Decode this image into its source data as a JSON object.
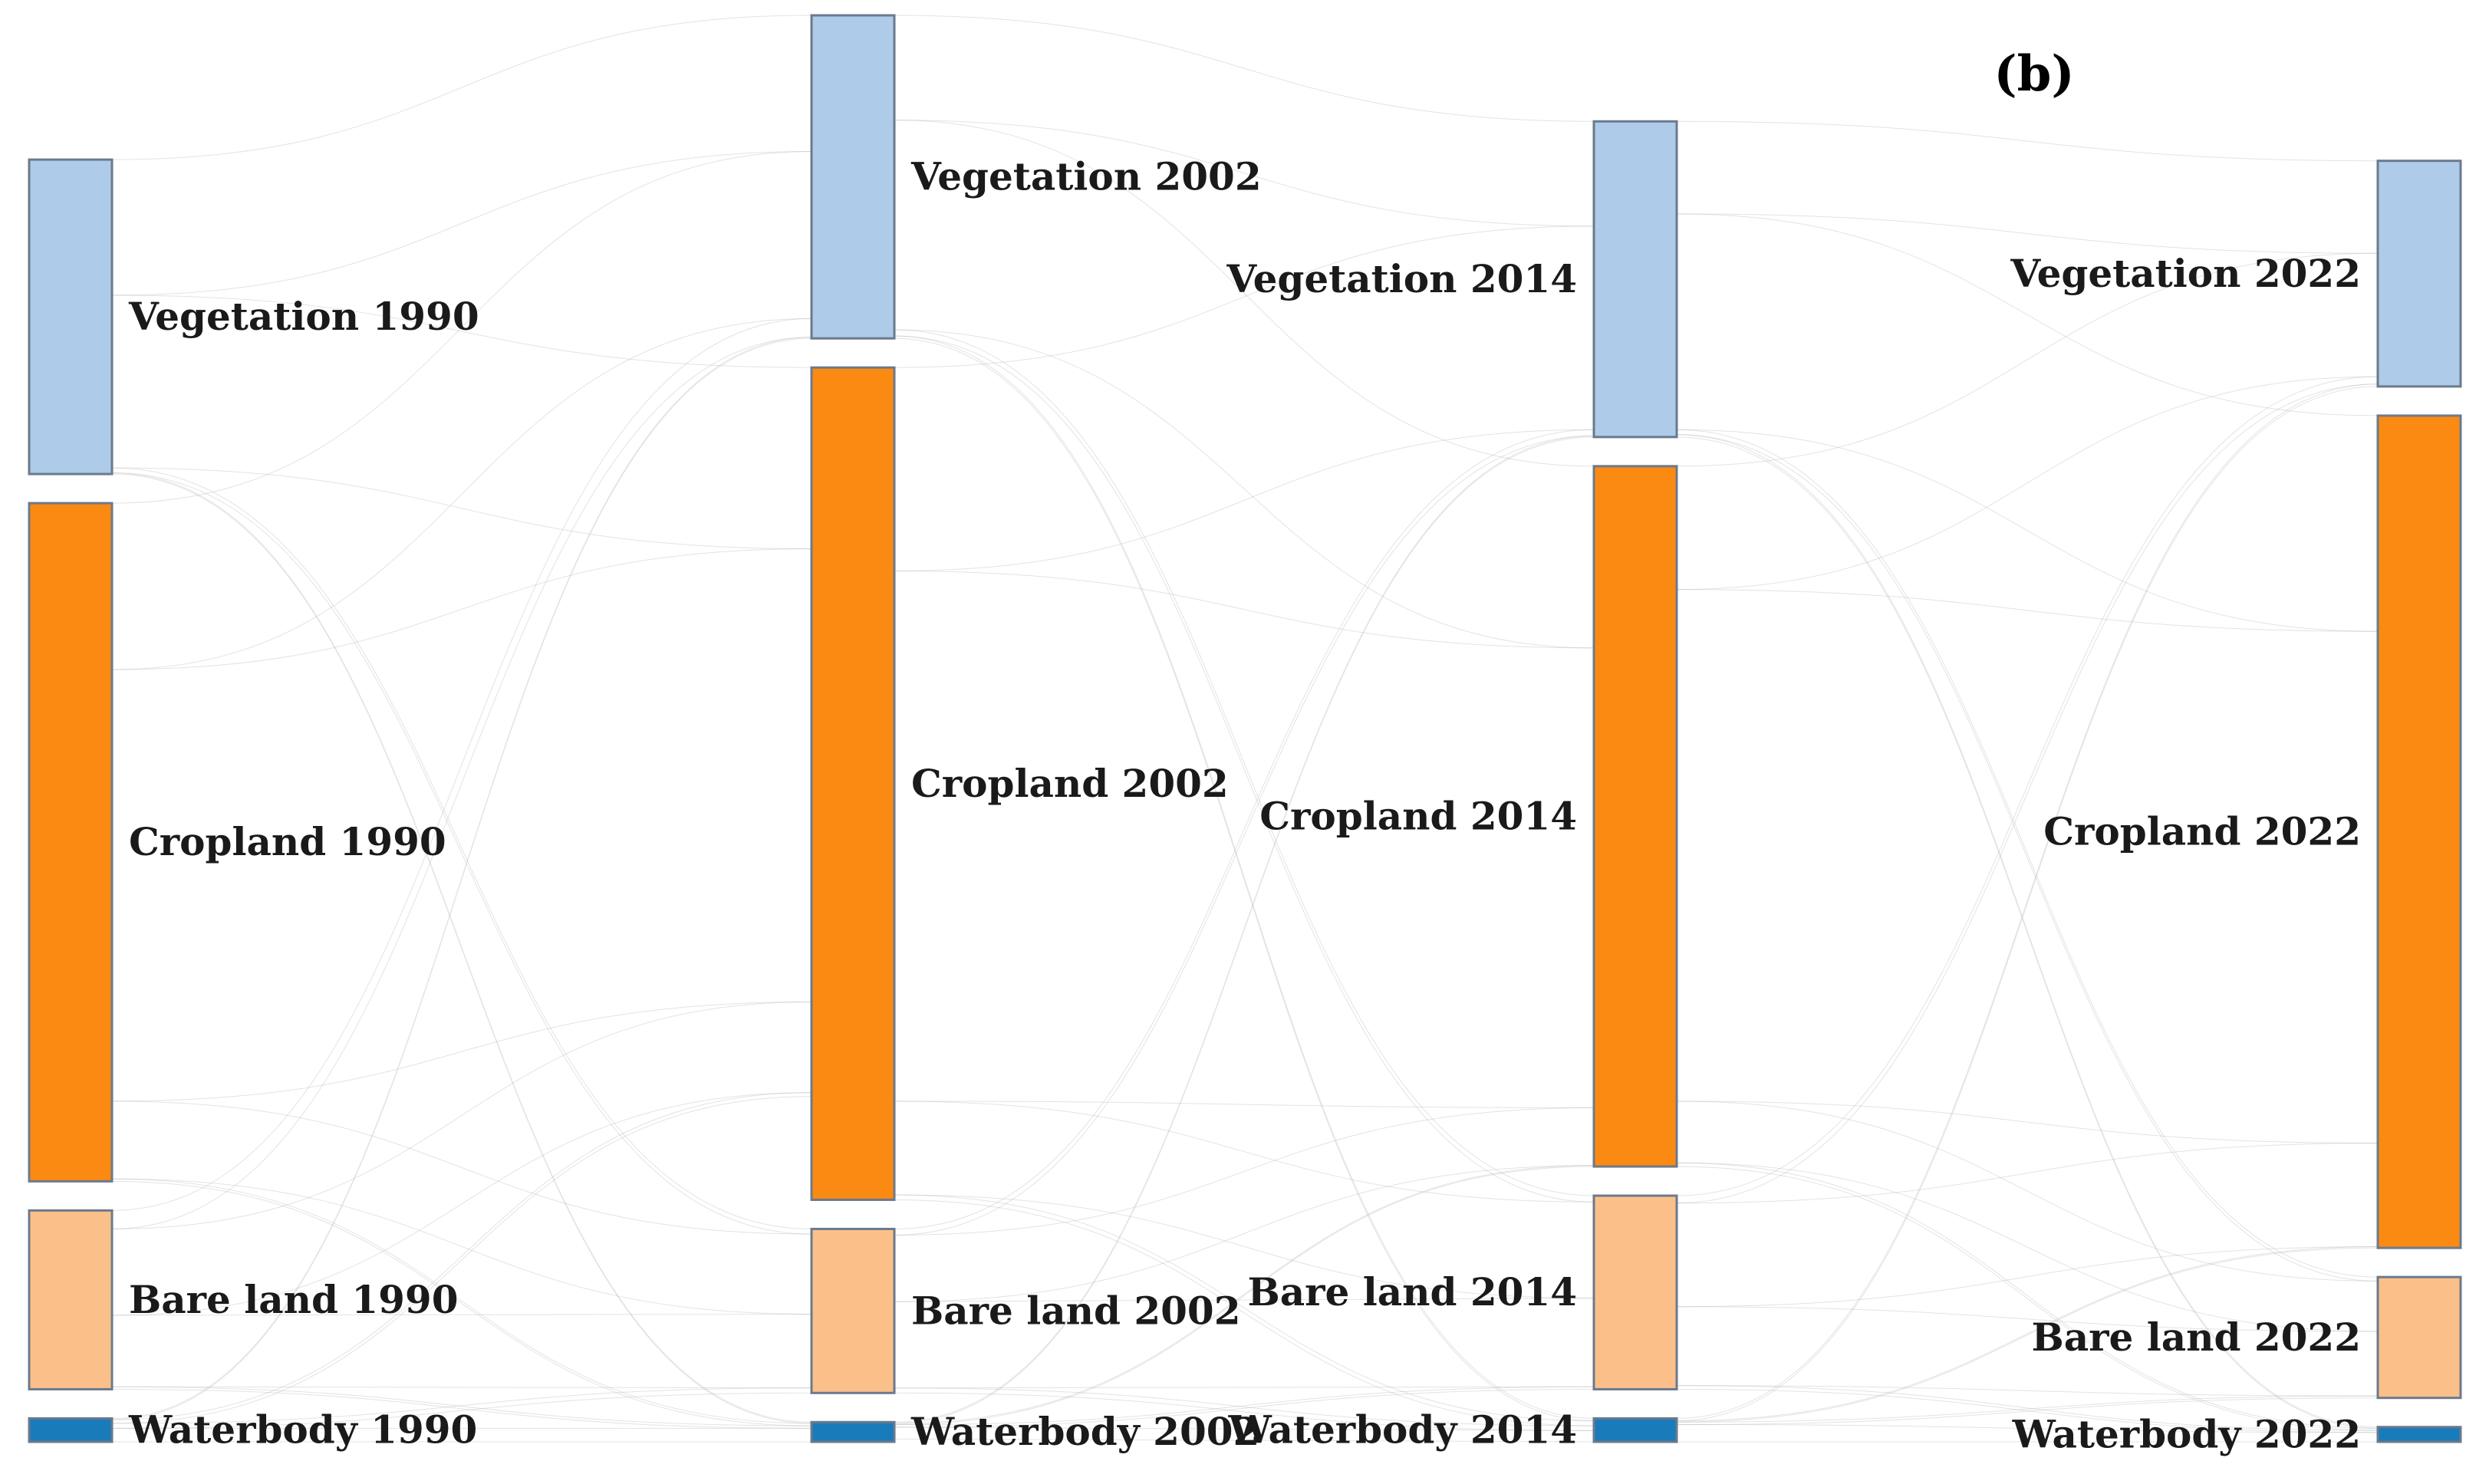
{
  "chart_data": {
    "type": "sankey",
    "panel_label": "(b)",
    "years": [
      "1990",
      "2002",
      "2014",
      "2022"
    ],
    "classes": [
      "Vegetation",
      "Cropland",
      "Bare land",
      "Waterbody"
    ],
    "colors": {
      "Vegetation": "#aecbea",
      "Cropland": "#fb8a12",
      "Bare land": "#fbc08a",
      "Waterbody": "#1a7bbb",
      "link": "#c8c8c8",
      "link_highlight": "#9e9e9e"
    },
    "nodes": [
      {
        "id": "v1990",
        "label": "Vegetation 1990",
        "class": "Vegetation",
        "year": "1990",
        "value": 25.5
      },
      {
        "id": "c1990",
        "label": "Cropland 1990",
        "class": "Cropland",
        "year": "1990",
        "value": 55.0
      },
      {
        "id": "b1990",
        "label": "Bare land 1990",
        "class": "Bare land",
        "year": "1990",
        "value": 14.5
      },
      {
        "id": "w1990",
        "label": "Waterbody 1990",
        "class": "Waterbody",
        "year": "1990",
        "value": 1.9
      },
      {
        "id": "v2002",
        "label": "Vegetation 2002",
        "class": "Vegetation",
        "year": "2002",
        "value": 26.2
      },
      {
        "id": "c2002",
        "label": "Cropland 2002",
        "class": "Cropland",
        "year": "2002",
        "value": 67.5
      },
      {
        "id": "b2002",
        "label": "Bare land 2002",
        "class": "Bare land",
        "year": "2002",
        "value": 13.3
      },
      {
        "id": "w2002",
        "label": "Waterbody 2002",
        "class": "Waterbody",
        "year": "2002",
        "value": 1.6
      },
      {
        "id": "v2014",
        "label": "Vegetation 2014",
        "class": "Vegetation",
        "year": "2014",
        "value": 25.6
      },
      {
        "id": "c2014",
        "label": "Cropland 2014",
        "class": "Cropland",
        "year": "2014",
        "value": 56.8
      },
      {
        "id": "b2014",
        "label": "Bare land 2014",
        "class": "Bare land",
        "year": "2014",
        "value": 15.7
      },
      {
        "id": "w2014",
        "label": "Waterbody 2014",
        "class": "Waterbody",
        "year": "2014",
        "value": 1.9
      },
      {
        "id": "v2022",
        "label": "Vegetation 2022",
        "class": "Vegetation",
        "year": "2022",
        "value": 18.3
      },
      {
        "id": "c2022",
        "label": "Cropland 2022",
        "class": "Cropland",
        "year": "2022",
        "value": 67.5
      },
      {
        "id": "b2022",
        "label": "Bare land 2022",
        "class": "Bare land",
        "year": "2022",
        "value": 9.8
      },
      {
        "id": "w2022",
        "label": "Waterbody 2022",
        "class": "Waterbody",
        "year": "2022",
        "value": 1.2
      }
    ],
    "links": [
      {
        "source": "v1990",
        "target": "v2002",
        "value": 11.0
      },
      {
        "source": "v1990",
        "target": "c2002",
        "value": 14.0,
        "highlight": true
      },
      {
        "source": "v1990",
        "target": "b2002",
        "value": 0.4
      },
      {
        "source": "v1990",
        "target": "w2002",
        "value": 0.1
      },
      {
        "source": "c1990",
        "target": "v2002",
        "value": 13.5
      },
      {
        "source": "c1990",
        "target": "c2002",
        "value": 35.0
      },
      {
        "source": "c1990",
        "target": "b2002",
        "value": 6.3
      },
      {
        "source": "c1990",
        "target": "w2002",
        "value": 0.2
      },
      {
        "source": "b1990",
        "target": "v2002",
        "value": 1.5
      },
      {
        "source": "b1990",
        "target": "c2002",
        "value": 7.0
      },
      {
        "source": "b1990",
        "target": "b2002",
        "value": 5.8
      },
      {
        "source": "b1990",
        "target": "w2002",
        "value": 0.2
      },
      {
        "source": "w1990",
        "target": "v2002",
        "value": 0.1
      },
      {
        "source": "w1990",
        "target": "c2002",
        "value": 0.3
      },
      {
        "source": "w1990",
        "target": "b2002",
        "value": 0.4
      },
      {
        "source": "w1990",
        "target": "w2002",
        "value": 1.1
      },
      {
        "source": "v2002",
        "target": "v2014",
        "value": 8.5
      },
      {
        "source": "v2002",
        "target": "c2014",
        "value": 17.0,
        "highlight": true
      },
      {
        "source": "v2002",
        "target": "b2014",
        "value": 0.5
      },
      {
        "source": "v2002",
        "target": "w2014",
        "value": 0.2
      },
      {
        "source": "c2002",
        "target": "v2014",
        "value": 16.5,
        "highlight": true
      },
      {
        "source": "c2002",
        "target": "c2014",
        "value": 43.0
      },
      {
        "source": "c2002",
        "target": "b2014",
        "value": 7.6
      },
      {
        "source": "c2002",
        "target": "w2014",
        "value": 0.4
      },
      {
        "source": "b2002",
        "target": "v2014",
        "value": 0.5
      },
      {
        "source": "b2002",
        "target": "c2014",
        "value": 5.4
      },
      {
        "source": "b2002",
        "target": "b2014",
        "value": 7.0
      },
      {
        "source": "b2002",
        "target": "w2014",
        "value": 0.4
      },
      {
        "source": "w2002",
        "target": "v2014",
        "value": 0.1
      },
      {
        "source": "w2002",
        "target": "c2014",
        "value": 0.1
      },
      {
        "source": "w2002",
        "target": "b2014",
        "value": 0.2
      },
      {
        "source": "w2002",
        "target": "w2014",
        "value": 0.9
      },
      {
        "source": "v2014",
        "target": "v2022",
        "value": 7.5
      },
      {
        "source": "v2014",
        "target": "c2022",
        "value": 17.5,
        "highlight": true
      },
      {
        "source": "v2014",
        "target": "b2022",
        "value": 0.4
      },
      {
        "source": "v2014",
        "target": "w2022",
        "value": 0.2
      },
      {
        "source": "c2014",
        "target": "v2022",
        "value": 10.0,
        "highlight": true
      },
      {
        "source": "c2014",
        "target": "c2022",
        "value": 41.5
      },
      {
        "source": "c2014",
        "target": "b2022",
        "value": 5.0,
        "highlight": true
      },
      {
        "source": "c2014",
        "target": "w2022",
        "value": 0.3
      },
      {
        "source": "b2014",
        "target": "v2022",
        "value": 0.6
      },
      {
        "source": "b2014",
        "target": "c2022",
        "value": 8.4
      },
      {
        "source": "b2014",
        "target": "b2022",
        "value": 6.4
      },
      {
        "source": "b2014",
        "target": "w2022",
        "value": 0.3
      },
      {
        "source": "w2014",
        "target": "v2022",
        "value": 0.2
      },
      {
        "source": "w2014",
        "target": "c2022",
        "value": 0.1
      },
      {
        "source": "w2014",
        "target": "b2022",
        "value": 0.2
      },
      {
        "source": "w2014",
        "target": "w2022",
        "value": 1.4
      }
    ]
  }
}
